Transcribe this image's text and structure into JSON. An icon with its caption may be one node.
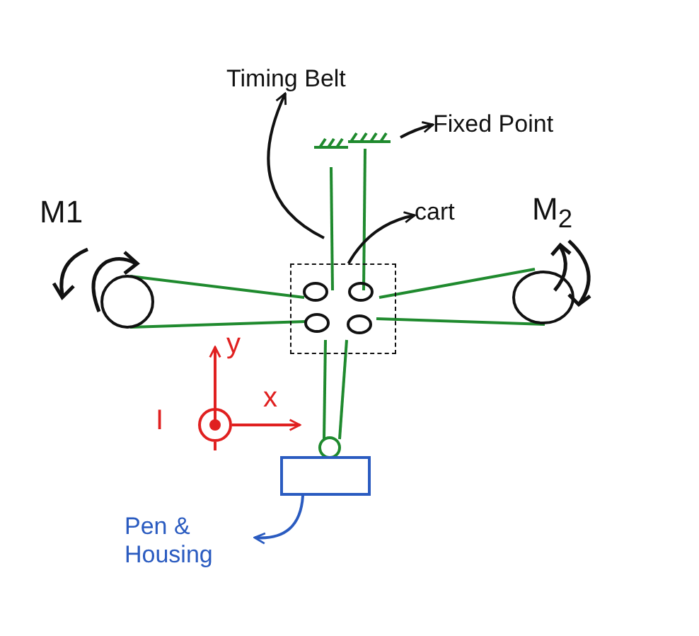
{
  "diagram": {
    "nodes": [
      {
        "text": [
          "Timing Belt"
        ]
      },
      {
        "text": [
          "Fixed Point"
        ]
      },
      {
        "text": [
          "cart"
        ]
      },
      {
        "text": [],
        "shape": "box"
      },
      {
        "text": [],
        "shape": "box"
      },
      {
        "text": [
          "Pen & Housing"
        ]
      }
    ],
    "edges": [
      {
        "from": null,
        "to": 0,
        "arrow": "to"
      },
      {
        "from": null,
        "to": 1,
        "arrow": "to"
      },
      {
        "from": 3,
        "to": 2,
        "arrow": "to"
      },
      {
        "from": 4,
        "to": 5,
        "arrow": "to",
        "color": "#2a5bc0"
      }
    ],
    "labels": [
      "M1",
      "M$_{2}$",
      "y",
      "x",
      "I"
    ]
  }
}
